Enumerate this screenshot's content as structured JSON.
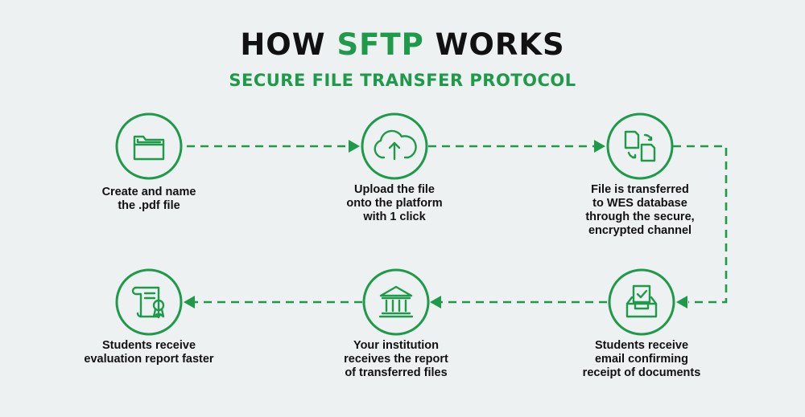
{
  "title": {
    "prefix": "HOW",
    "highlight": "SFTP",
    "suffix": "WORKS"
  },
  "subtitle": "SECURE FILE TRANSFER PROTOCOL",
  "colors": {
    "accent": "#1f9a4a",
    "text": "#111111",
    "background": "#eef1f2"
  },
  "steps": [
    {
      "icon": "folder-icon",
      "lines": [
        "Create and name",
        "the .pdf file"
      ]
    },
    {
      "icon": "cloud-upload-icon",
      "lines": [
        "Upload the file",
        "onto the platform",
        "with 1 click"
      ]
    },
    {
      "icon": "file-transfer-icon",
      "lines": [
        "File is transferred",
        "to WES database",
        "through the secure,",
        "encrypted channel"
      ]
    },
    {
      "icon": "inbox-check-icon",
      "lines": [
        "Students receive",
        "email confirming",
        "receipt of documents"
      ]
    },
    {
      "icon": "institution-icon",
      "lines": [
        "Your institution",
        "receives the report",
        "of transferred files"
      ]
    },
    {
      "icon": "certificate-scroll-icon",
      "lines": [
        "Students receive",
        "evaluation report faster"
      ]
    }
  ]
}
